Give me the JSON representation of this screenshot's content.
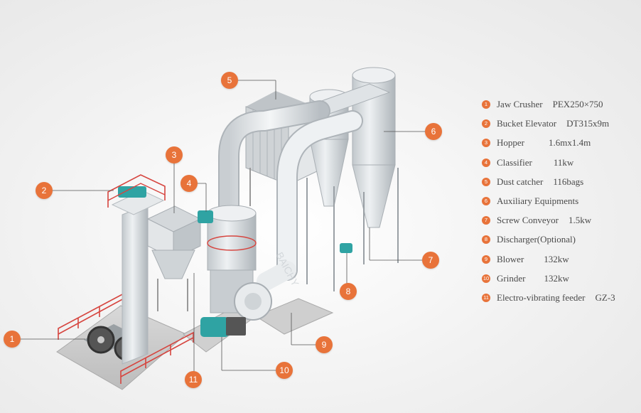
{
  "colors": {
    "accent": "#e8733a",
    "text": "#4a4a4a",
    "machine": "#dfe3e6",
    "motor": "#2fa3a3",
    "rail": "#d6453f"
  },
  "watermark": "BAICHY",
  "callouts": [
    "1",
    "2",
    "3",
    "4",
    "5",
    "6",
    "7",
    "8",
    "9",
    "10",
    "11"
  ],
  "legend": [
    {
      "num": "1",
      "name": "Jaw Crusher",
      "spec": "PEX250×750"
    },
    {
      "num": "2",
      "name": "Bucket Elevator",
      "spec": "DT315x9m"
    },
    {
      "num": "3",
      "name": "Hopper",
      "spec": "1.6mx1.4m"
    },
    {
      "num": "4",
      "name": "Classifier",
      "spec": "11kw"
    },
    {
      "num": "5",
      "name": "Dust catcher",
      "spec": "116bags"
    },
    {
      "num": "6",
      "name": "Auxiliary Equipments",
      "spec": ""
    },
    {
      "num": "7",
      "name": "Screw Conveyor",
      "spec": "1.5kw"
    },
    {
      "num": "8",
      "name": "Discharger(Optional)",
      "spec": ""
    },
    {
      "num": "9",
      "name": "Blower",
      "spec": "132kw"
    },
    {
      "num": "10",
      "name": "Grinder",
      "spec": "132kw"
    },
    {
      "num": "11",
      "name": "Electro-vibrating feeder",
      "spec": "GZ-3"
    }
  ]
}
